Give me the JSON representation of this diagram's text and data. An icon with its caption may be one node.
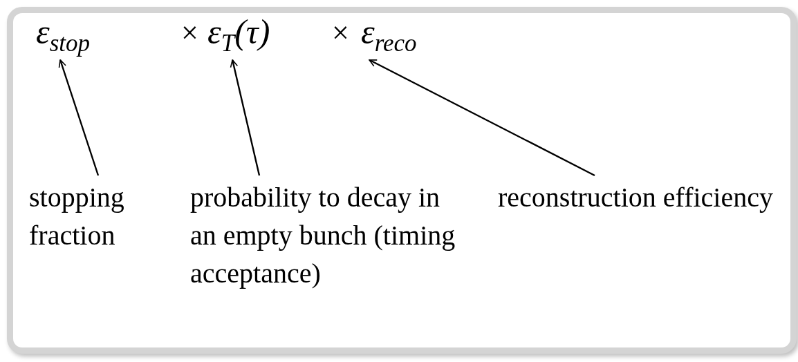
{
  "diagram": {
    "nodes": [
      {
        "text": [
          "ε$_{stop}$"
        ]
      },
      {
        "text": [
          "ε$_{T}$(τ)"
        ]
      },
      {
        "text": [
          "ε$_{reco}$"
        ]
      },
      {
        "text": [
          "stopping fraction"
        ]
      },
      {
        "text": [
          "probability to decay in an empty bunch (timing acceptance)"
        ]
      },
      {
        "text": [
          "reconstruction efficiency"
        ]
      }
    ],
    "edges": [
      {
        "from": 3,
        "to": 0,
        "arrow": "to"
      },
      {
        "from": 4,
        "to": 1,
        "arrow": "to"
      },
      {
        "from": 5,
        "to": 2,
        "arrow": "to"
      }
    ],
    "labels": [
      "×",
      "×"
    ]
  }
}
